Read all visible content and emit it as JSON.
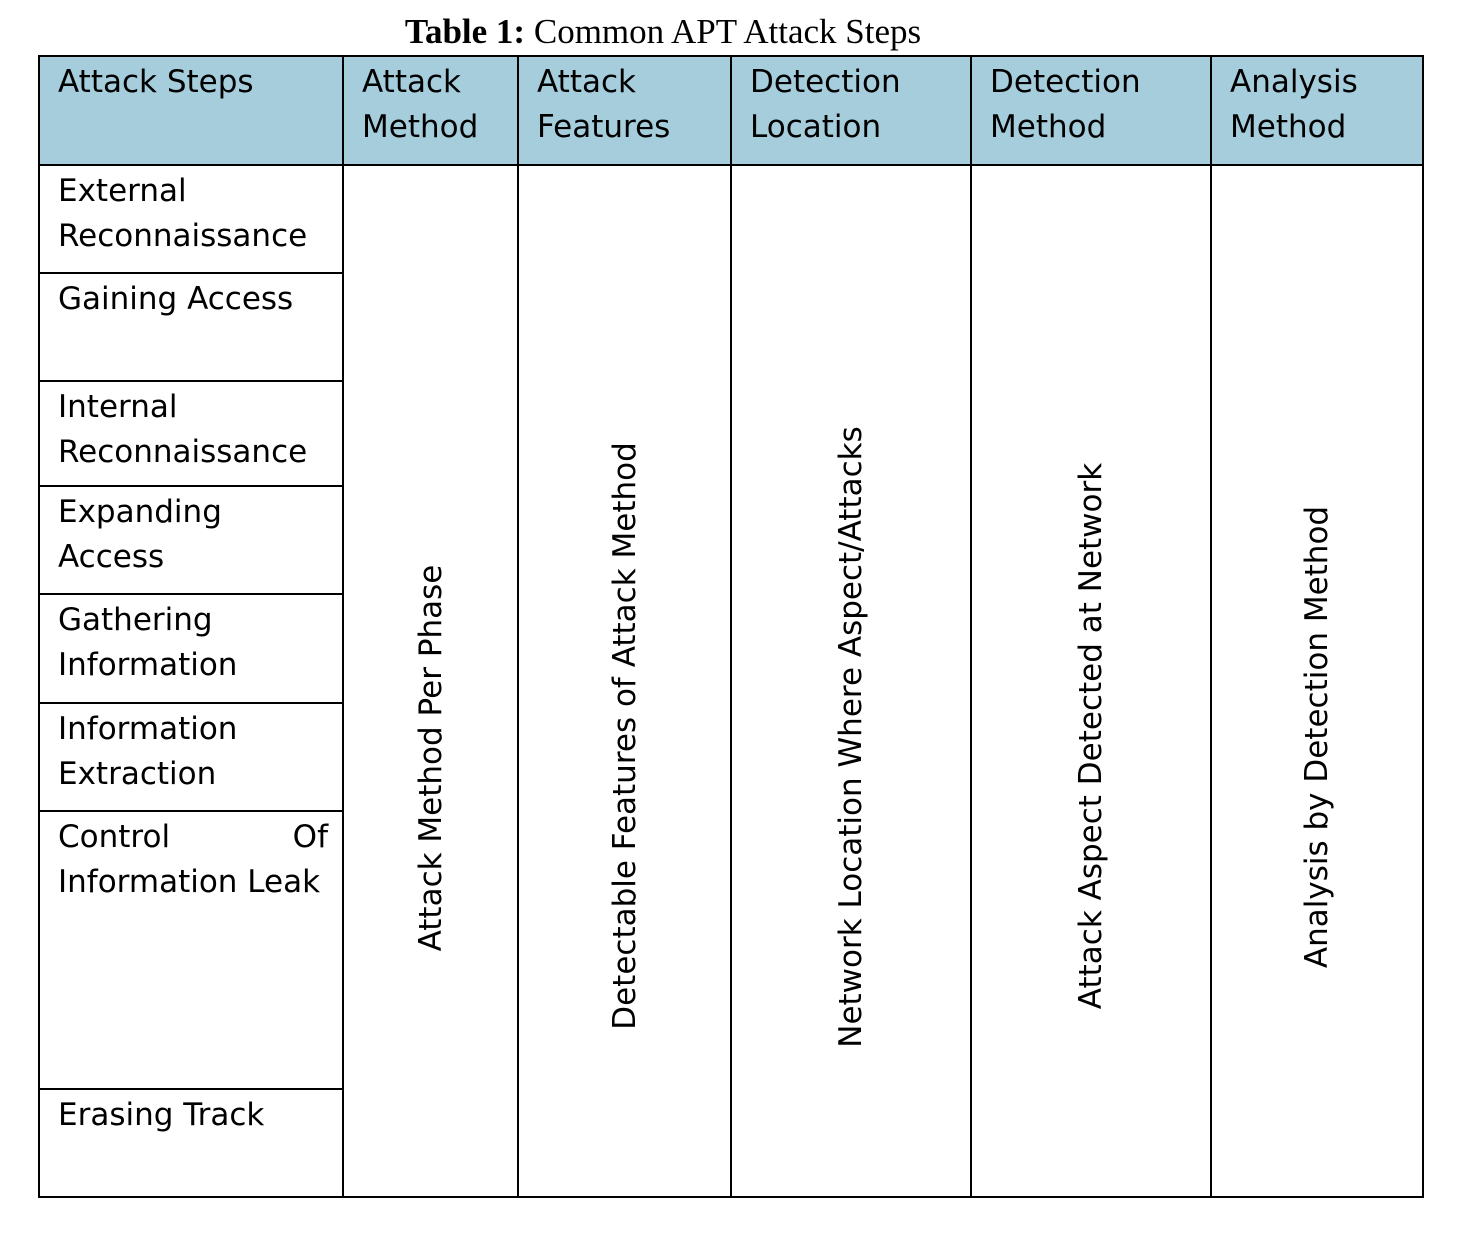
{
  "caption": {
    "label": "Table 1:",
    "title": "Common APT Attack Steps"
  },
  "table": {
    "headers": [
      {
        "lines": [
          "Attack Steps"
        ]
      },
      {
        "lines": [
          "Attack",
          "Method"
        ]
      },
      {
        "lines": [
          "Attack",
          "Features"
        ]
      },
      {
        "lines": [
          "Detection",
          "Location"
        ]
      },
      {
        "lines": [
          "Detection",
          "Method"
        ]
      },
      {
        "lines": [
          "Analysis",
          "Method"
        ]
      }
    ],
    "steps": [
      "External Reconnaissance",
      "Gaining Access",
      "Internal Reconnaissance",
      "Expanding Access",
      "Gathering Information",
      "Information Extraction",
      "Control Of Information Leak",
      "Erasing Track"
    ],
    "merged_columns": [
      "Attack Method Per Phase",
      "Detectable Features of Attack Method",
      "Network Location Where Aspect/Attacks",
      "Attack Aspect Detected at Network",
      "Analysis by Detection Method"
    ]
  }
}
